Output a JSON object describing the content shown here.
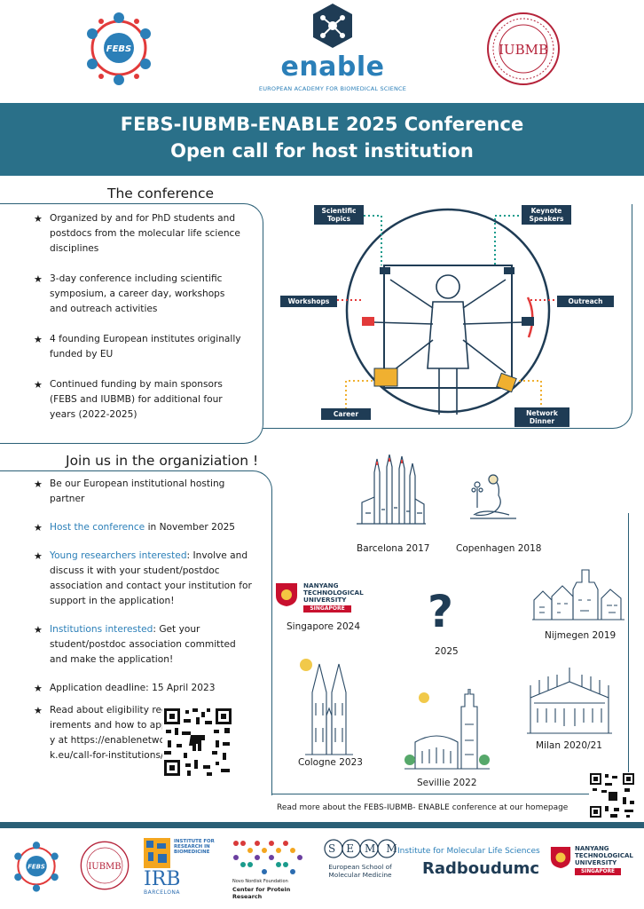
{
  "header": {
    "febs_logo_text": "FEBS",
    "enable_logo_text": "enable",
    "enable_logo_subtitle": "EUROPEAN ACADEMY FOR BIOMEDICAL SCIENCE",
    "iubmb_logo_text": "IUBMB"
  },
  "banner": {
    "title_line1": "FEBS-IUBMB-ENABLE 2025 Conference",
    "title_line2": "Open call for host institution"
  },
  "conference": {
    "title": "The conference",
    "bullets": [
      "Organized by and for PhD students and postdocs from the molecular life science disciplines",
      "3-day conference including scientific symposium, a career day, workshops and outreach activities",
      "4 founding European institutes originally funded by EU",
      "Continued funding by main sponsors (FEBS and IUBMB) for additional four years (2022-2025)"
    ]
  },
  "diagram": {
    "labels": {
      "scientific_topics": "Scientific Topics",
      "keynote_speakers": "Keynote Speakers",
      "workshops": "Workshops",
      "outreach": "Outreach",
      "career": "Career",
      "network_dinner": "Network Dinner"
    }
  },
  "join": {
    "title": "Join us in the organiziation !",
    "b1": "Be our European institutional hosting partner",
    "b2_hl": "Host the conference",
    "b2_rest": " in November 2025",
    "b3_hl": "Young researchers interested",
    "b3_rest": ": Involve and discuss it with your student/postdoc association and contact your institution for support in the application!",
    "b4_hl": "Institutions interested",
    "b4_rest": ": Get your student/postdoc association committed and make the application!",
    "b5": "Application deadline: 15 April 2023",
    "b6": "Read about eligibility requirements and how to apply at https://enablenetwork.eu/call-for-institutions/"
  },
  "cities": {
    "barcelona": "Barcelona 2017",
    "copenhagen": "Copenhagen 2018",
    "singapore": "Singapore 2024",
    "nijmegen": "Nijmegen 2019",
    "year2025": "2025",
    "question": "?",
    "cologne": "Cologne 2023",
    "milan": "Milan 2020/21",
    "sevillie": "Sevillie 2022"
  },
  "ntu": {
    "name": "NANYANG TECHNOLOGICAL UNIVERSITY",
    "country": "SINGAPORE"
  },
  "read_more": "Read more about the  FEBS-IUBMB- ENABLE conference at our homepage",
  "partners": {
    "febs": "FEBS",
    "iubmb": "IUBMB",
    "irb_small": "INSTITUTE FOR RESEARCH IN BIOMEDICINE",
    "irb_big": "IRB",
    "irb_city": "BARCELONA",
    "novo_small": "Novo Nordisk Foundation",
    "novo_big": "Center for Protein Research",
    "semm_letters": "SEMM",
    "semm_text": "European School of Molecular Medicine",
    "radboud_top": "Institute for Molecular Life Sciences",
    "radboud_main": "Radboudumc",
    "ntu_name": "NANYANG TECHNOLOGICAL UNIVERSITY",
    "ntu_country": "SINGAPORE"
  },
  "colors": {
    "banner": "#2a7089",
    "accent": "#2b7fb8",
    "frame": "#2a5f76",
    "label_bg": "#1f3c55",
    "ntu_red": "#c8102e"
  }
}
